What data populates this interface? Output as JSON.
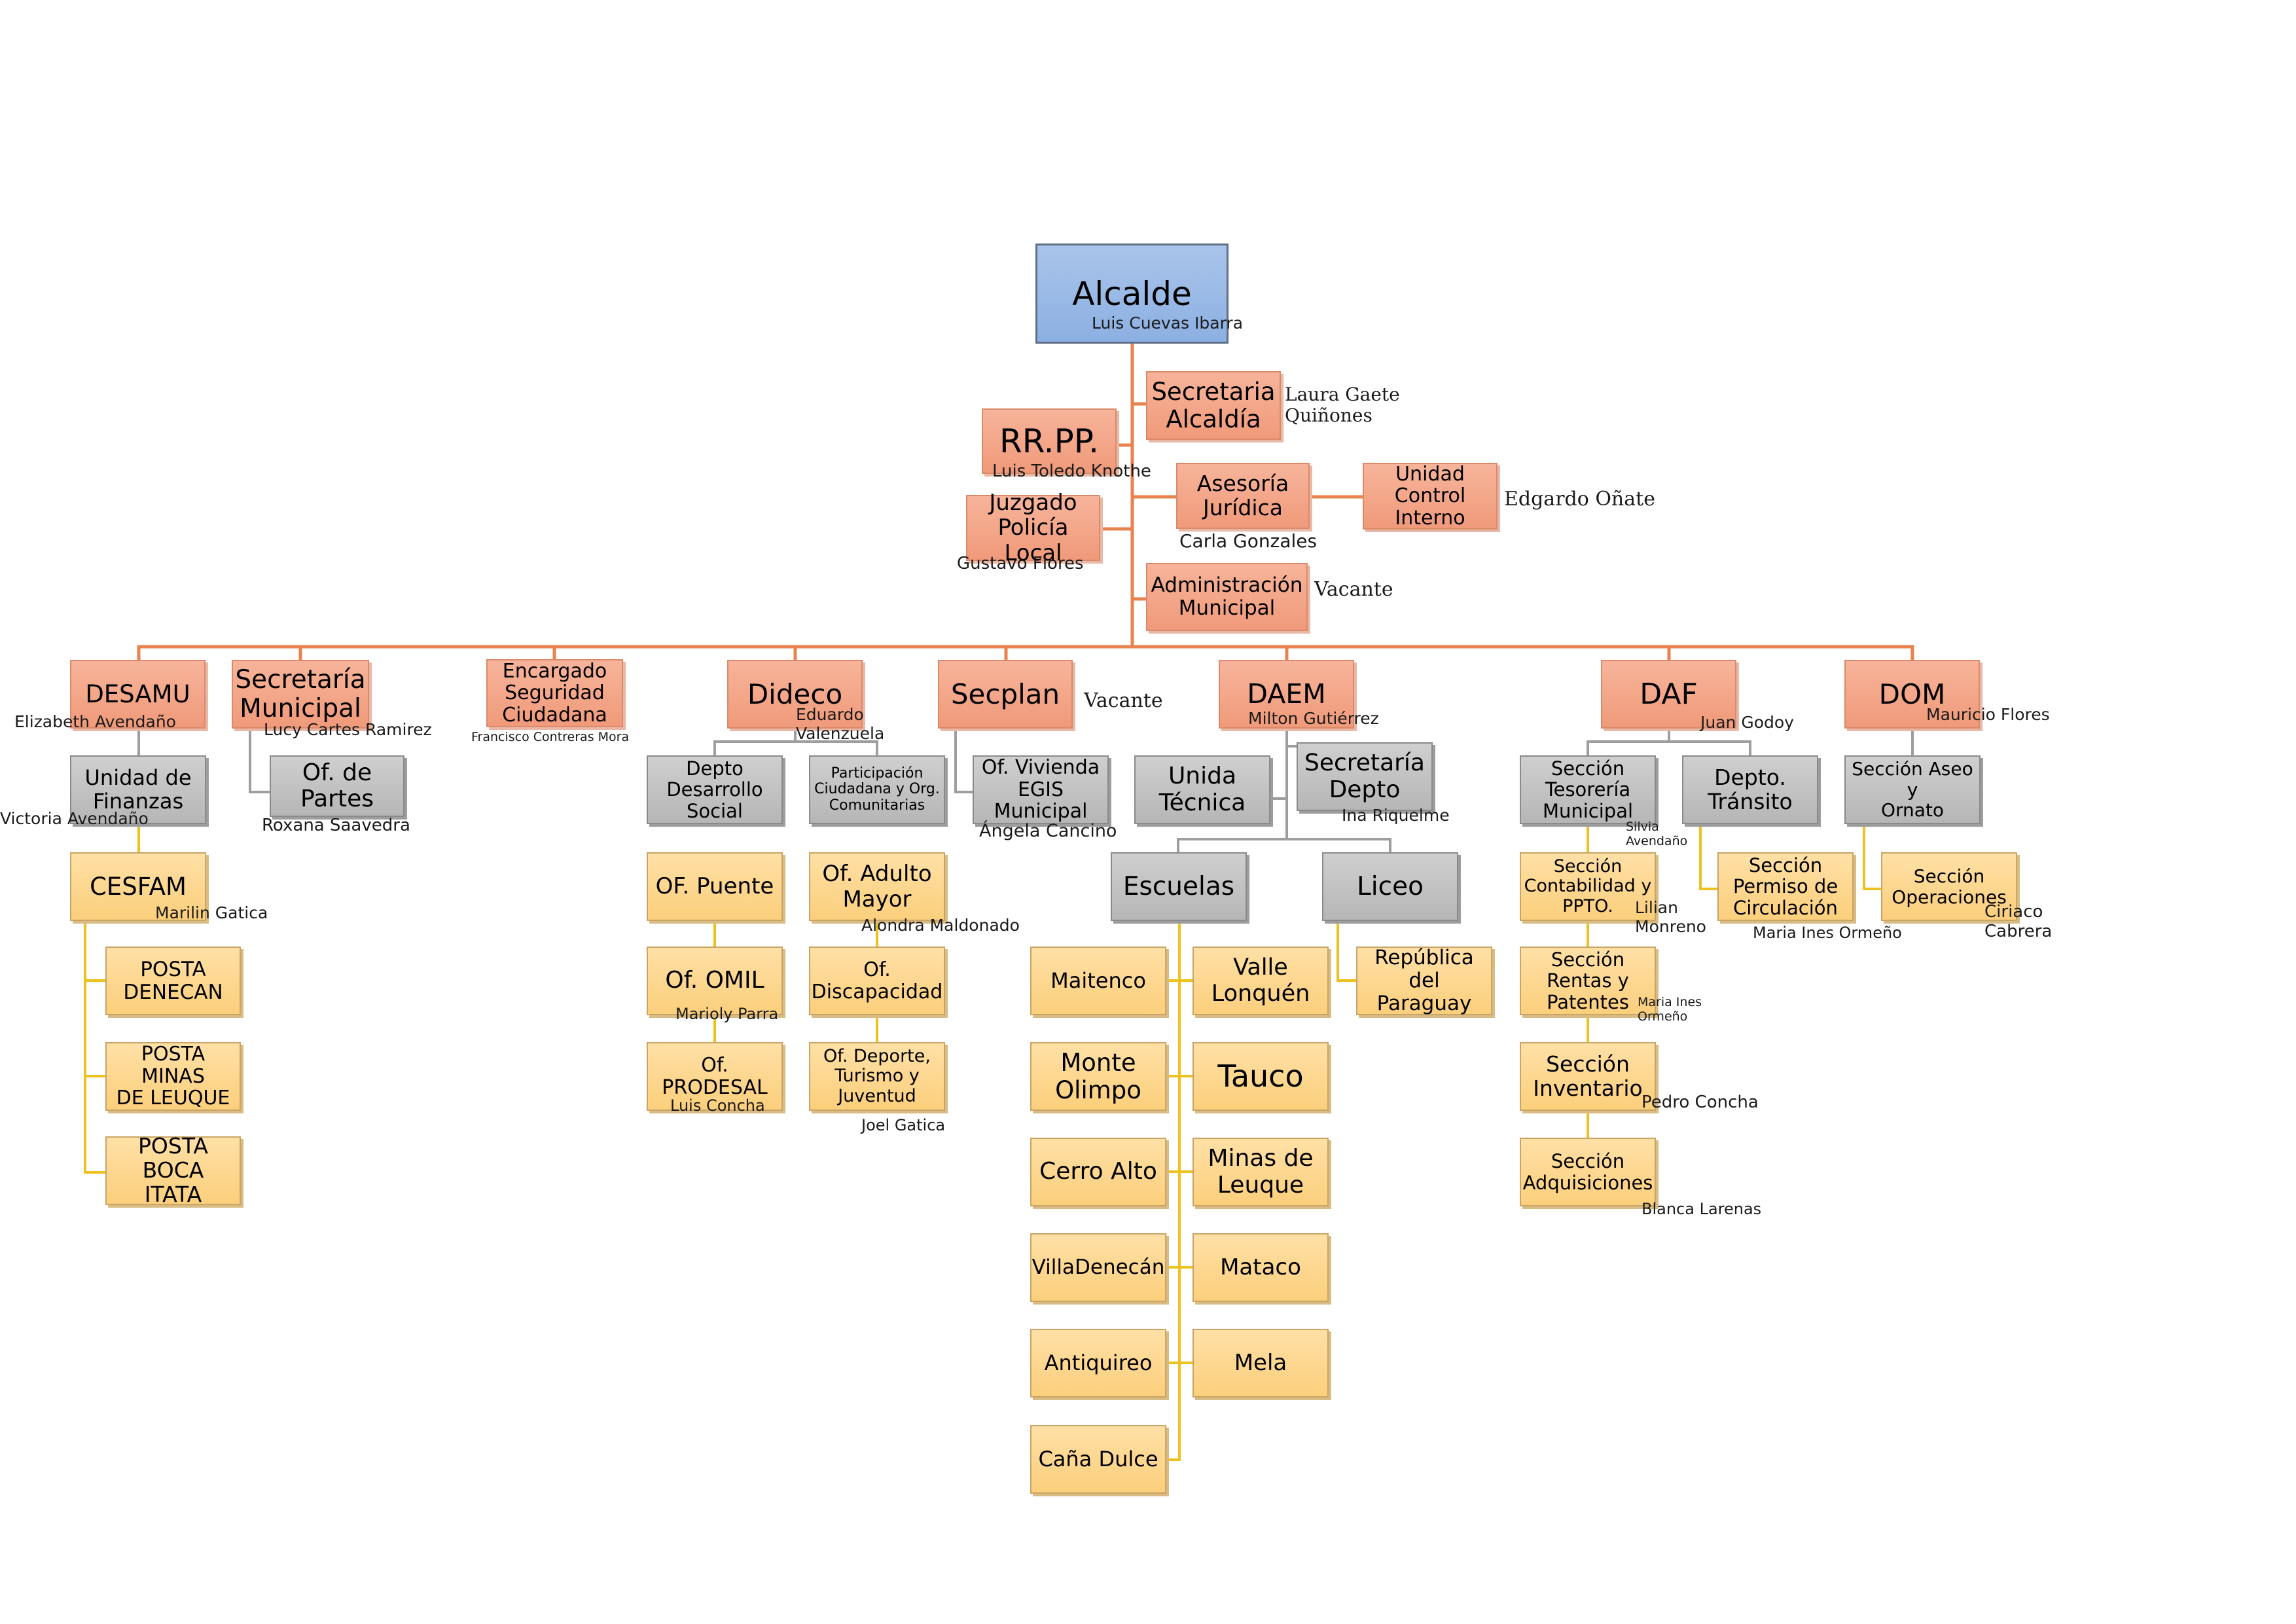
{
  "nodes": {
    "alcalde": {
      "text": "Alcalde",
      "person": "Luis Cuevas Ibarra"
    },
    "secretaria_alcaldia": {
      "text": "Secretaria\nAlcaldía",
      "person": "Laura Gaete\nQuiñones"
    },
    "rrpp": {
      "text": "RR.PP.",
      "person": "Luis Toledo Knothe"
    },
    "asesoria": {
      "text": "Asesoría\nJurídica",
      "person": "Carla Gonzales"
    },
    "control": {
      "text": "Unidad\nControl\nInterno",
      "person": "Edgardo Oñate"
    },
    "juzgado": {
      "text": "Juzgado\nPolicía Local",
      "person": "Gustavo Flores"
    },
    "administracion": {
      "text": "Administración\nMunicipal",
      "person": "Vacante"
    },
    "desamu": {
      "text": "DESAMU",
      "person": "Elizabeth Avendaño"
    },
    "sec_municipal": {
      "text": "Secretaría\nMunicipal",
      "person": "Lucy Cartes Ramirez"
    },
    "seguridad": {
      "text": "Encargado\nSeguridad\nCiudadana",
      "person": "Francisco Contreras Mora"
    },
    "dideco": {
      "text": "Dideco",
      "person": "Eduardo\nValenzuela"
    },
    "secplan": {
      "text": "Secplan",
      "person": "Vacante"
    },
    "daem": {
      "text": "DAEM",
      "person": "Milton Gutiérrez"
    },
    "daf": {
      "text": "DAF",
      "person": "Juan Godoy"
    },
    "dom": {
      "text": "DOM",
      "person": "Mauricio Flores"
    },
    "finanzas": {
      "text": "Unidad de\nFinanzas",
      "person": "Victoria Avendaño"
    },
    "of_partes": {
      "text": "Of. de\nPartes",
      "person": "Roxana Saavedra"
    },
    "cesfam": {
      "text": "CESFAM",
      "person": "Marilin Gatica"
    },
    "posta_denecan": {
      "text": "POSTA\nDENECAN"
    },
    "posta_minas": {
      "text": "POSTA MINAS\nDE LEUQUE"
    },
    "posta_boca": {
      "text": "POSTA BOCA\nITATA"
    },
    "depto_social": {
      "text": "Depto\nDesarrollo\nSocial"
    },
    "participacion": {
      "text": "Participación\nCiudadana y Org.\nComunitarias"
    },
    "of_puente": {
      "text": "OF. Puente"
    },
    "of_omil": {
      "text": "Of. OMIL",
      "person": "Marioly Parra"
    },
    "of_prodesal": {
      "text": "Of. PRODESAL",
      "person": "Luis Concha"
    },
    "of_adulto": {
      "text": "Of. Adulto\nMayor",
      "person": "Alondra Maldonado"
    },
    "of_discapacidad": {
      "text": "Of.\nDiscapacidad"
    },
    "of_deporte": {
      "text": "Of. Deporte,\nTurismo y\nJuventud",
      "person": "Joel Gatica"
    },
    "of_vivienda": {
      "text": "Of. Vivienda\nEGIS\nMunicipal",
      "person": "Ángela Cancino"
    },
    "unidad_tecnica": {
      "text": "Unida\nTécnica"
    },
    "secretaria_depto": {
      "text": "Secretaría\nDepto",
      "person": "Ina Riquelme"
    },
    "escuelas": {
      "text": "Escuelas"
    },
    "liceo": {
      "text": "Liceo"
    },
    "rep_paraguay": {
      "text": "República del\nParaguay"
    },
    "maitenco": {
      "text": "Maitenco"
    },
    "valle": {
      "text": "Valle\nLonquén"
    },
    "monte": {
      "text": "Monte\nOlimpo"
    },
    "tauco": {
      "text": "Tauco"
    },
    "cerro": {
      "text": "Cerro Alto"
    },
    "minas": {
      "text": "Minas de\nLeuque"
    },
    "villa": {
      "text": "VillaDenecán"
    },
    "mataco": {
      "text": "Mataco"
    },
    "antiquireo": {
      "text": "Antiquireo"
    },
    "mela": {
      "text": "Mela"
    },
    "cana": {
      "text": "Caña Dulce"
    },
    "tesoreria": {
      "text": "Sección\nTesorería\nMunicipal",
      "person": "Silvia\nAvendaño"
    },
    "transito": {
      "text": "Depto.\nTránsito"
    },
    "contabilidad": {
      "text": "Sección\nContabilidad y\nPPTO.",
      "person": "Lilian\nMonreno"
    },
    "permiso": {
      "text": "Sección\nPermiso de\nCirculación",
      "person": "Maria Ines Ormeño"
    },
    "rentas": {
      "text": "Sección\nRentas y\nPatentes",
      "person": "Maria Ines\nOrmeño"
    },
    "inventario": {
      "text": "Sección\nInventario",
      "person": "Pedro Concha"
    },
    "adquisiciones": {
      "text": "Sección\nAdquisiciones",
      "person": "Blanca Larenas"
    },
    "aseo": {
      "text": "Sección Aseo y\nOrnato"
    },
    "operaciones": {
      "text": "Sección\nOperaciones",
      "person": "Ciriaco\nCabrera"
    }
  },
  "colors": {
    "orange_line": "#e8834d",
    "grey_line": "#9e9e9e",
    "yellow_line": "#eec21e"
  }
}
